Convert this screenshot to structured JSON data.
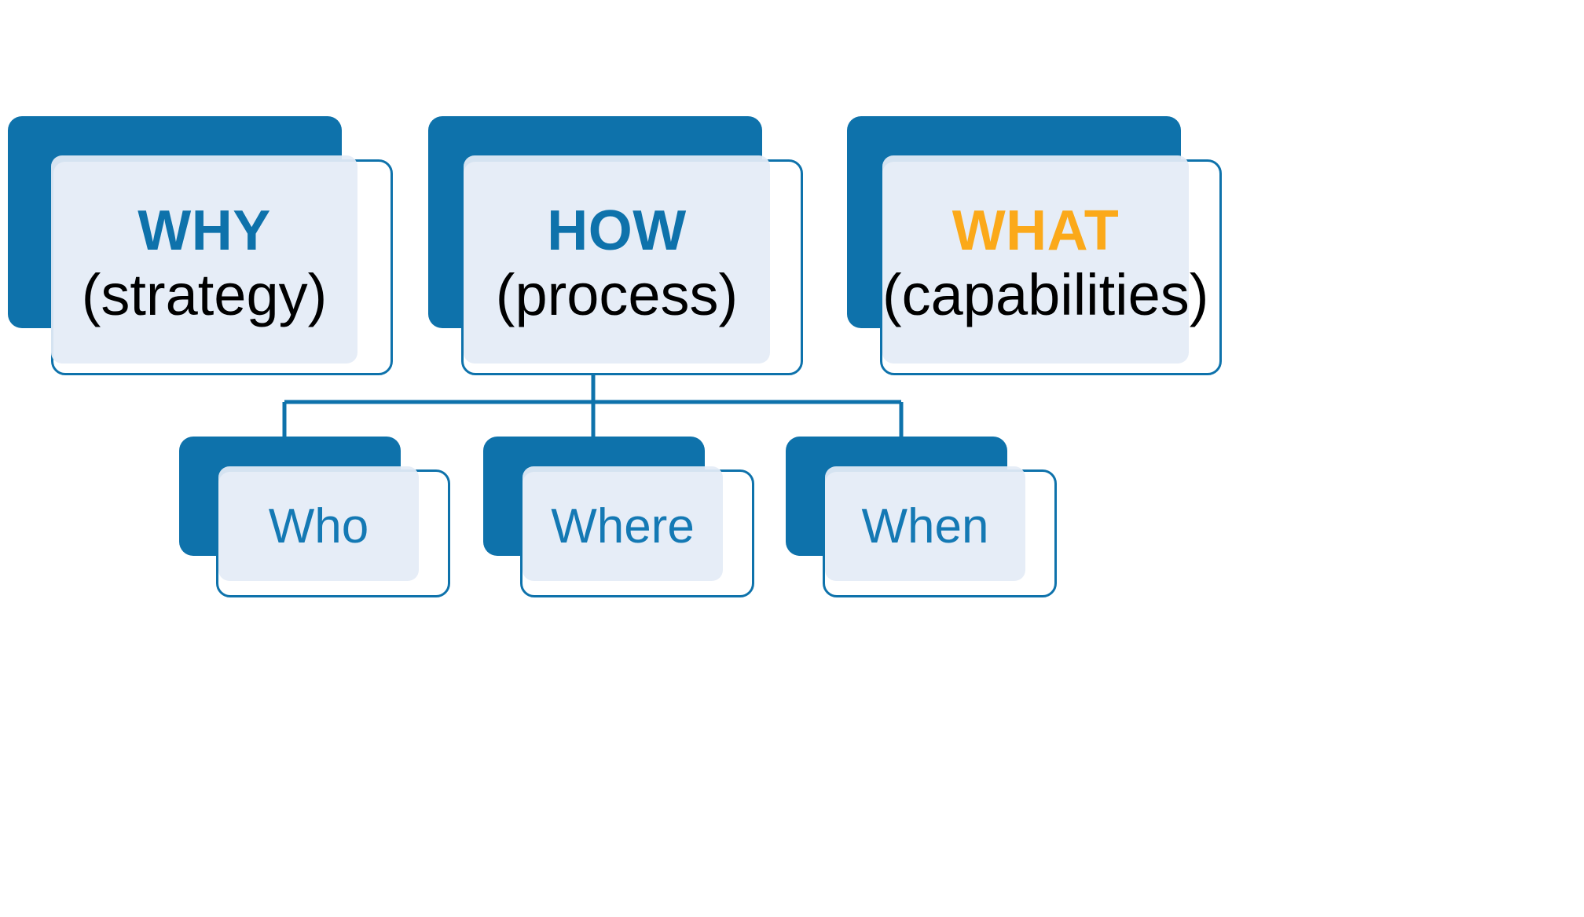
{
  "diagram": {
    "title_text": "",
    "colors": {
      "primary_blue": "#0E72AB",
      "label_blue": "#1479B4",
      "amber": "#FBA91A",
      "panel_fill": "#E4ECF6",
      "text_black": "#000000",
      "background": "#FFFFFF"
    },
    "top_row": [
      {
        "id": "why",
        "keyword": "WHY",
        "keyword_color": "#0E72AB",
        "subtitle": "(strategy)"
      },
      {
        "id": "how",
        "keyword": "HOW",
        "keyword_color": "#0E72AB",
        "subtitle": "(process)"
      },
      {
        "id": "what",
        "keyword": "WHAT",
        "keyword_color": "#FBA91A",
        "subtitle": "(capabilities)"
      }
    ],
    "bottom_row": [
      {
        "id": "who",
        "label": "Who"
      },
      {
        "id": "where",
        "label": "Where"
      },
      {
        "id": "when",
        "label": "When"
      }
    ],
    "connections": {
      "parent": "how",
      "children": [
        "who",
        "where",
        "when"
      ]
    }
  }
}
